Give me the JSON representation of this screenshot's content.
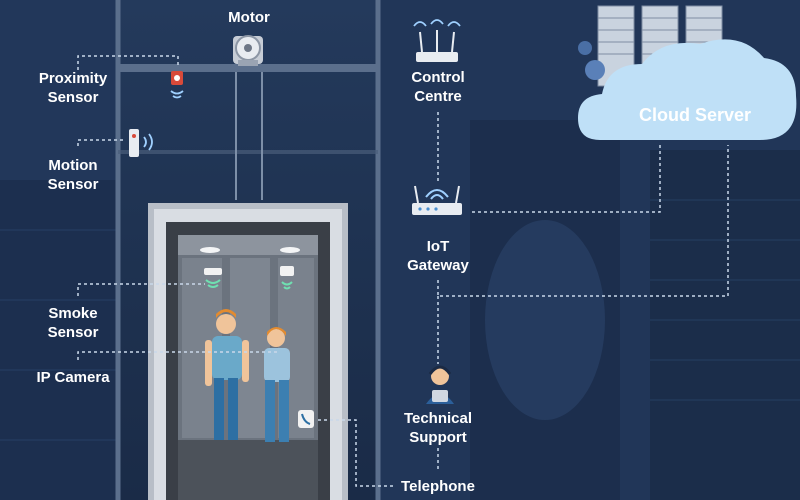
{
  "labels": {
    "motor": "Motor",
    "proximity": [
      "Proximity",
      "Sensor"
    ],
    "motion": [
      "Motion",
      "Sensor"
    ],
    "smoke": [
      "Smoke",
      "Sensor"
    ],
    "camera": "IP Camera",
    "control": [
      "Control",
      "Centre"
    ],
    "gateway": [
      "IoT",
      "Gateway"
    ],
    "support": [
      "Technical",
      "Support"
    ],
    "telephone": "Telephone",
    "cloud": "Cloud Server"
  },
  "colors": {
    "background": "#1f3352",
    "cloud": "#bfe0f7",
    "connector": "#c9d8ea",
    "cloud_text": "#ffffff"
  },
  "icons": [
    "motor-icon",
    "proximity-sensor-icon",
    "motion-sensor-icon",
    "smoke-sensor-icon",
    "ip-camera-icon",
    "router-icon",
    "gateway-icon",
    "server-rack-icon",
    "support-agent-icon",
    "telephone-icon"
  ]
}
